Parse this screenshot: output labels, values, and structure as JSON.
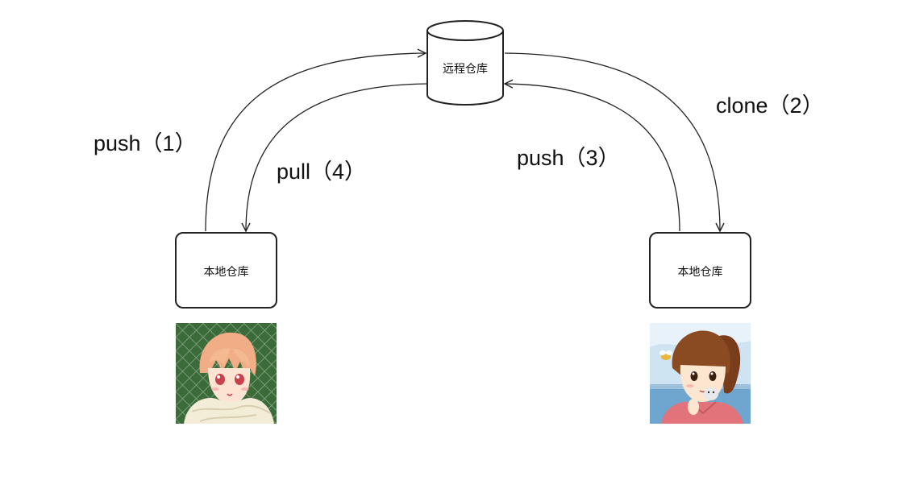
{
  "nodes": {
    "remote": {
      "label": "远程仓库"
    },
    "local_left": {
      "label": "本地仓库"
    },
    "local_right": {
      "label": "本地仓库"
    }
  },
  "edges": {
    "push1": {
      "label": "push（1）"
    },
    "clone2": {
      "label": "clone（2）"
    },
    "push3": {
      "label": "push（3）"
    },
    "pull4": {
      "label": "pull（4）"
    }
  },
  "avatars": {
    "left": {
      "icon": "anime-boy-avatar"
    },
    "right": {
      "icon": "anime-girl-avatar"
    }
  }
}
